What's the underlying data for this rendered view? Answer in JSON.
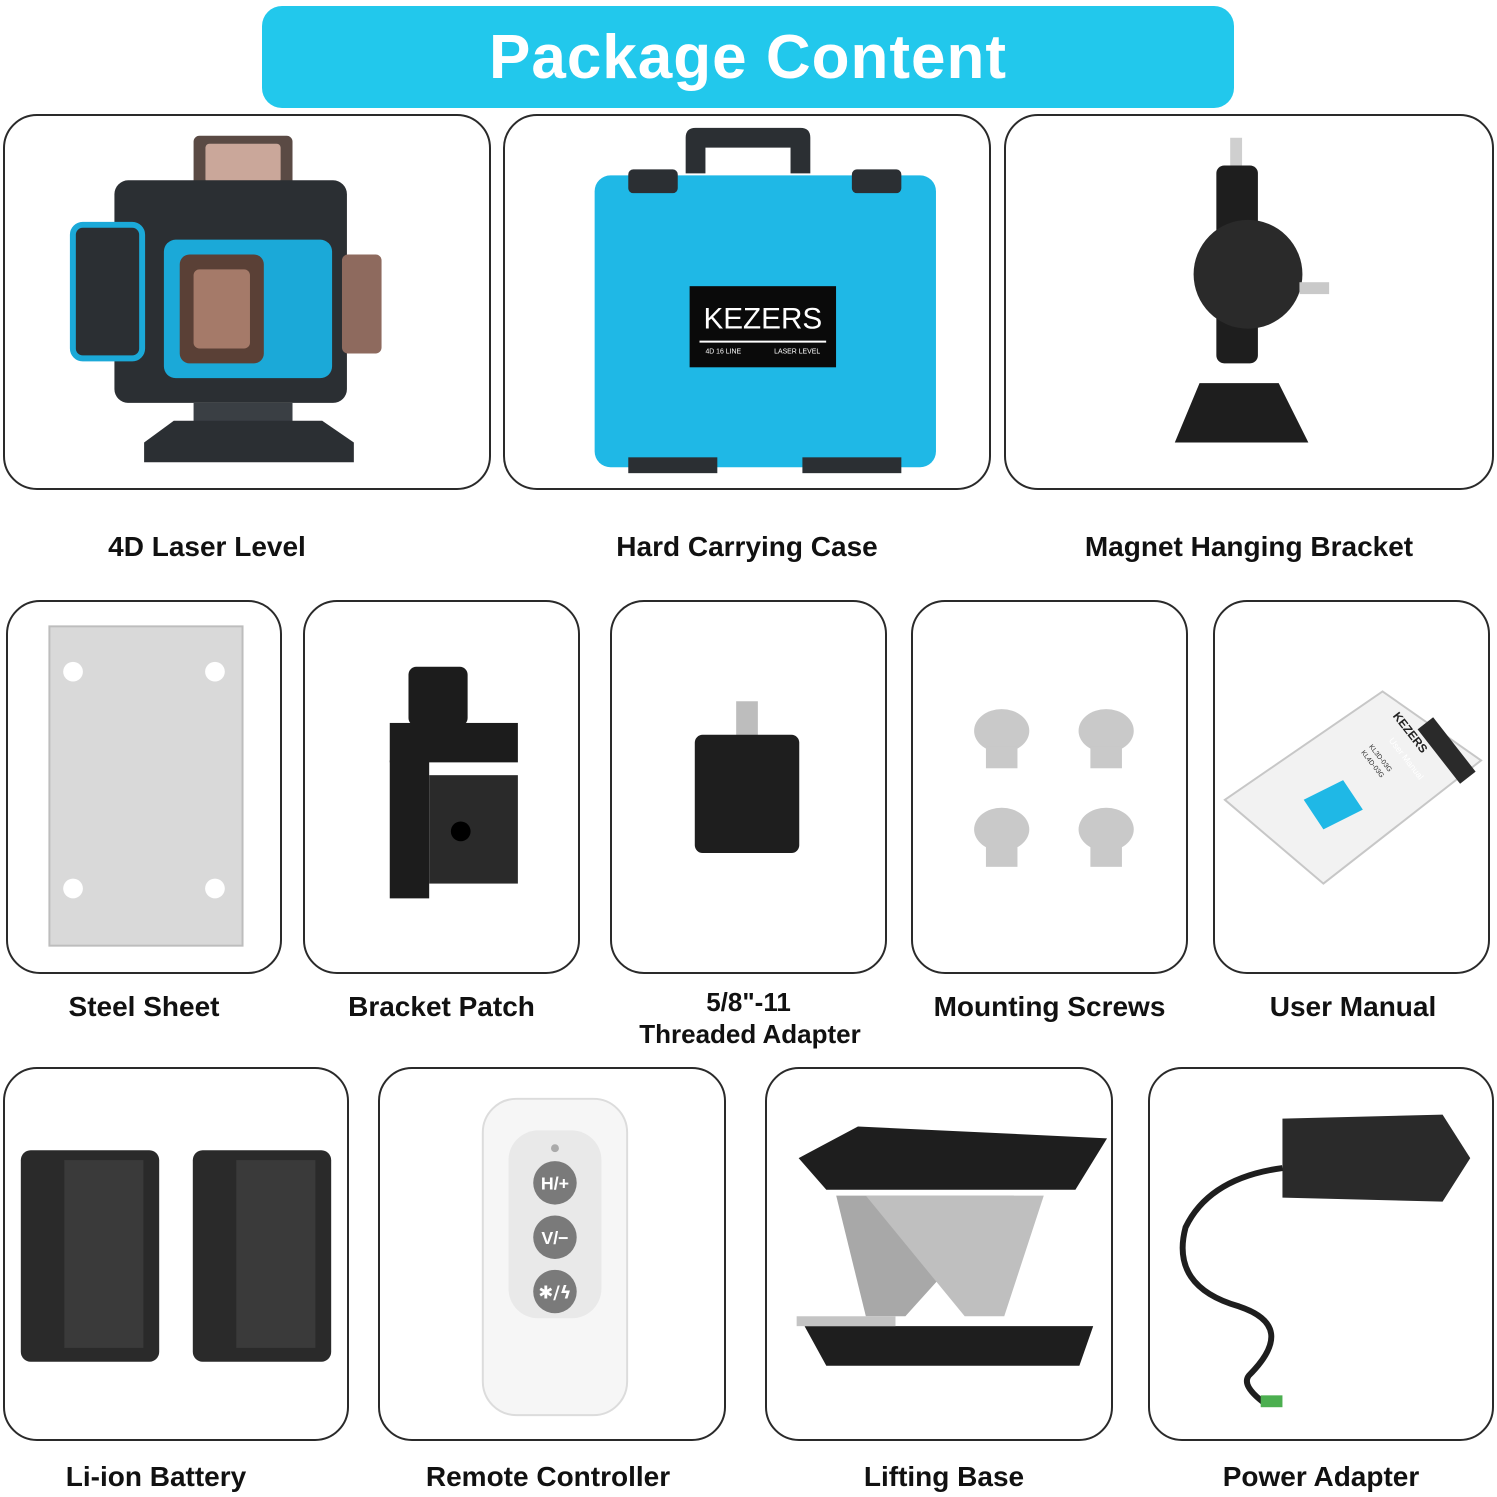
{
  "banner": {
    "title": "Package Content"
  },
  "case_logo": {
    "brand": "KEZERS",
    "subtitle_left": "4D 16 LINE",
    "subtitle_right": "LASER LEVEL"
  },
  "manual_cover": {
    "brand": "KEZERS",
    "title": "User Manual",
    "models": [
      "KL3D-03G",
      "KL4D-03G"
    ]
  },
  "remote_buttons": [
    "H/+",
    "V/−",
    "✱/ϟ"
  ],
  "items": [
    {
      "label": "4D Laser Level",
      "icon": "laser-level-icon"
    },
    {
      "label": "Hard Carrying Case",
      "icon": "carrying-case-icon"
    },
    {
      "label": "Magnet Hanging Bracket",
      "icon": "hanging-bracket-icon"
    },
    {
      "label": "Steel Sheet",
      "icon": "steel-sheet-icon"
    },
    {
      "label": "Bracket Patch",
      "icon": "bracket-patch-icon"
    },
    {
      "label_line1": "5/8\"-11",
      "label_line2": "Threaded Adapter",
      "icon": "threaded-adapter-icon"
    },
    {
      "label": "Mounting Screws",
      "icon": "screws-icon"
    },
    {
      "label": "User Manual",
      "icon": "manual-icon"
    },
    {
      "label": "Li-ion Battery",
      "icon": "battery-icon"
    },
    {
      "label": "Remote Controller",
      "icon": "remote-icon"
    },
    {
      "label": "Lifting Base",
      "icon": "lifting-base-icon"
    },
    {
      "label": "Power Adapter",
      "icon": "power-adapter-icon"
    }
  ],
  "colors": {
    "accent": "#22c8ec",
    "case_blue": "#1fb8e6",
    "dark": "#2b2f33"
  }
}
